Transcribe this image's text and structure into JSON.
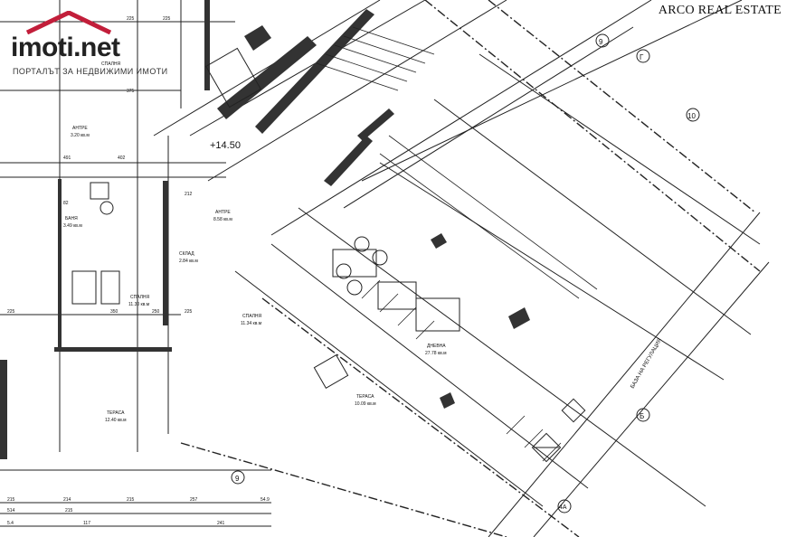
{
  "branding": {
    "site_logo": "imoti.net",
    "site_tagline": "ПОРТАЛЪТ ЗА НЕДВИЖИМИ ИМОТИ",
    "watermark": "ARCO REAL ESTATE"
  },
  "plan": {
    "level_mark": "+14.50",
    "axis_markers": [
      "9",
      "10",
      "9",
      "4A",
      "Б",
      "Г"
    ],
    "rooms": [
      {
        "name": "АНТРЕ",
        "area": "3.20 кв.м"
      },
      {
        "name": "СПАЛНЯ",
        "area": ""
      },
      {
        "name": "БАНЯ",
        "area": "3.49 кв.м"
      },
      {
        "name": "АНТРЕ",
        "area": "8.58 кв.м"
      },
      {
        "name": "СКЛАД",
        "area": "2.84 кв.м"
      },
      {
        "name": "СПАЛНЯ",
        "area": "11.30 кв.м"
      },
      {
        "name": "СПАЛНЯ",
        "area": "11.34 кв.м"
      },
      {
        "name": "ДНЕВНА",
        "area": "27.78 кв.м"
      },
      {
        "name": "ТЕРАСА",
        "area": "12.40 кв.м"
      },
      {
        "name": "ТЕРАСА",
        "area": "10.09 кв.м"
      }
    ],
    "dimensions": [
      "225",
      "225",
      "375",
      "491",
      "402",
      "212",
      "82",
      "225",
      "350",
      "250",
      "225",
      "215",
      "214",
      "215",
      "257",
      "241",
      "54.9",
      "514",
      "215",
      "117",
      "5.4"
    ],
    "road_label": "БАЗА НА РЕГУЛАЦИЯ",
    "colors": {
      "line": "#222222",
      "wall": "#333333",
      "paper": "#ffffff",
      "logo_red": "#c21e3a"
    }
  }
}
